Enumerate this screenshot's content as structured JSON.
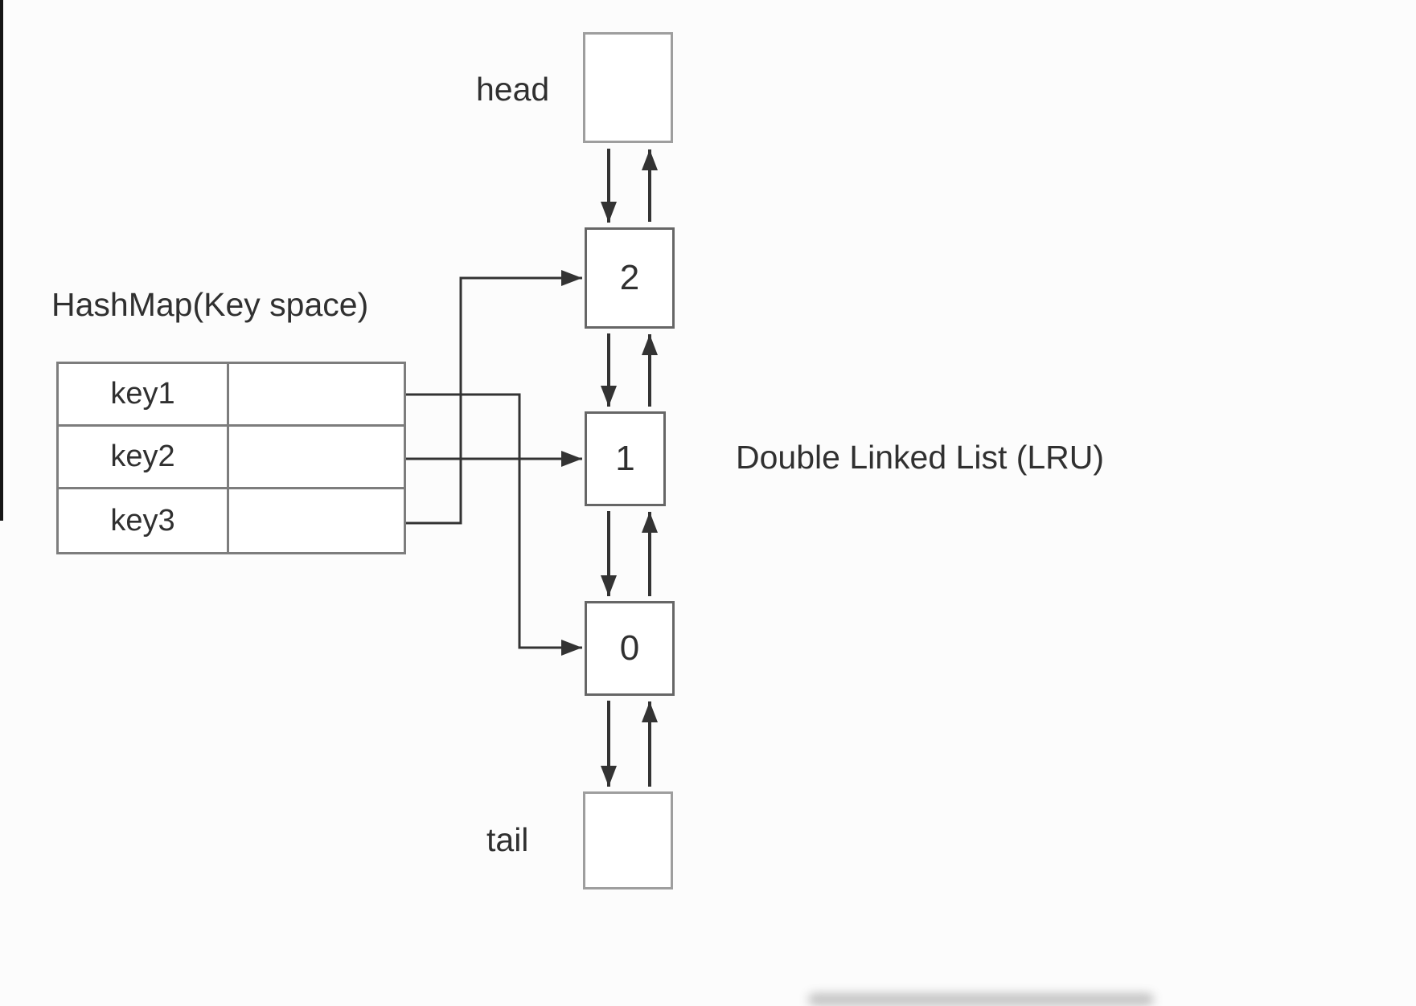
{
  "diagram": {
    "hashmap": {
      "title": "HashMap(Key space)",
      "rows": [
        {
          "key": "key1"
        },
        {
          "key": "key2"
        },
        {
          "key": "key3"
        }
      ]
    },
    "list": {
      "label": "Double Linked List (LRU)",
      "head_label": "head",
      "tail_label": "tail",
      "nodes": [
        {
          "value": "2"
        },
        {
          "value": "1"
        },
        {
          "value": "0"
        }
      ]
    },
    "colors": {
      "background": "#fcfcfc",
      "box_border_light": "#9e9e9e",
      "box_border_mid": "#7d7d7d",
      "box_border_dark": "#666666",
      "arrow": "#333333",
      "text": "#303030"
    }
  }
}
